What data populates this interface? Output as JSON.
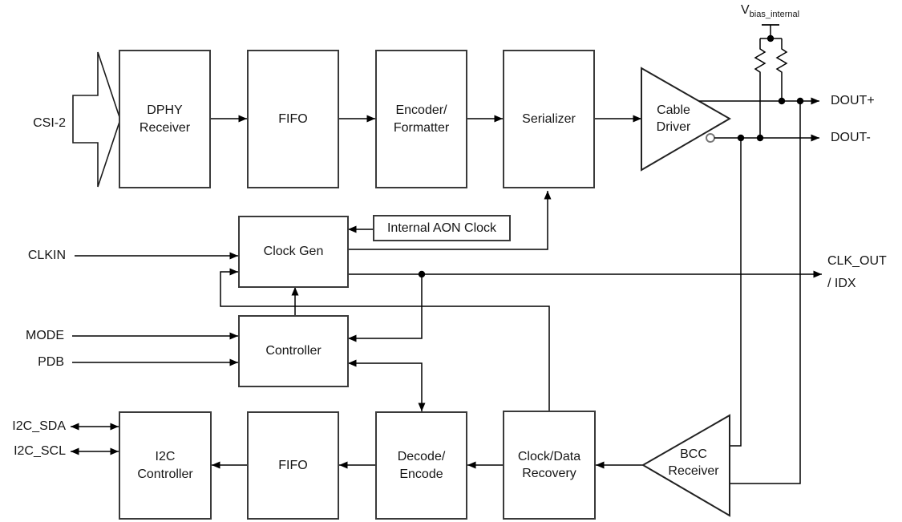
{
  "blocks": {
    "dphy_receiver": "DPHY\nReceiver",
    "fifo_top": "FIFO",
    "encoder_formatter": "Encoder/\nFormatter",
    "serializer": "Serializer",
    "cable_driver": "Cable\nDriver",
    "internal_aon_clock": "Internal AON Clock",
    "clock_gen": "Clock Gen",
    "controller": "Controller",
    "i2c_controller": "I2C\nController",
    "fifo_bottom": "FIFO",
    "decode_encode": "Decode/\nEncode",
    "clock_data_recovery": "Clock/Data\nRecovery",
    "bcc_receiver": "BCC\nReceiver"
  },
  "pins": {
    "csi2": "CSI-2",
    "clkin": "CLKIN",
    "mode": "MODE",
    "pdb": "PDB",
    "i2c_sda": "I2C_SDA",
    "i2c_scl": "I2C_SCL",
    "dout_plus": "DOUT+",
    "dout_minus": "DOUT-",
    "clk_out_line1": "CLK_OUT",
    "clk_out_line2": "/ IDX",
    "vbias_base": "V",
    "vbias_subscript": "bias_internal"
  },
  "colors": {
    "background": "#ffffff",
    "wire": "#000000",
    "box_border": "#3a3a3a",
    "text": "#161616"
  }
}
